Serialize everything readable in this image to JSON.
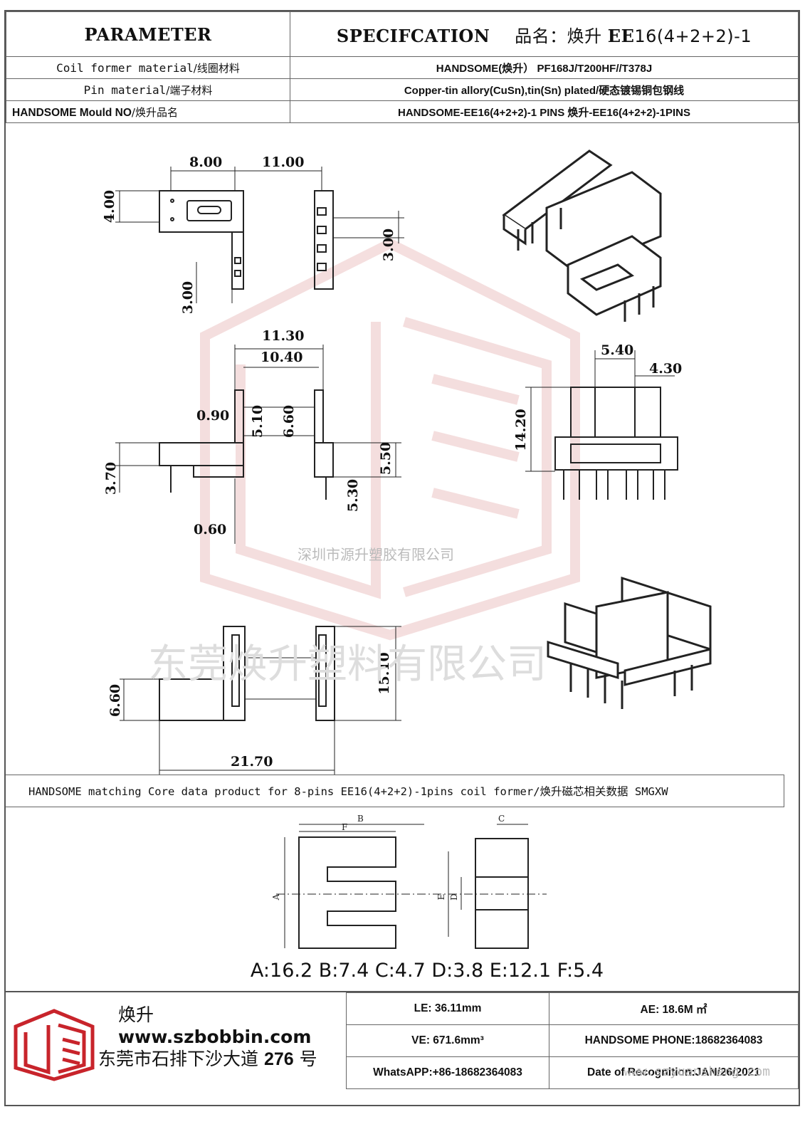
{
  "header": {
    "parameter_label": "PARAMETER",
    "spec_label": "SPECIFCATION",
    "product_name_cn": "品名：焕升",
    "product_name_model": "EE",
    "product_name_suffix": "16(4+2+2)-1",
    "rows": [
      {
        "label_a": "Coil former material",
        "label_b": "/线圈材料",
        "value": "HANDSOME(焕升）  PF168J/T200HF//T378J"
      },
      {
        "label_a": "Pin material",
        "label_b": "/端子材料",
        "value": "Copper-tin allory(CuSn),tin(Sn) plated/硬态镀锡铜包钢线"
      },
      {
        "label_a": "HANDSOME Mould NO",
        "label_b": "/焕升品名",
        "value": "HANDSOME-EE16(4+2+2)-1 PINS    焕升-EE16(4+2+2)-1PINS"
      }
    ]
  },
  "dimensions": {
    "top_view": [
      "8.00",
      "11.00",
      "4.00",
      "3.00",
      "3.00"
    ],
    "front_view": [
      "11.30",
      "10.40",
      "0.90",
      "5.10",
      "6.60",
      "5.50",
      "3.70",
      "5.30",
      "0.60"
    ],
    "side_view": [
      "5.40",
      "4.30",
      "14.20"
    ],
    "bottom_view": [
      "6.60",
      "15.10",
      "21.70"
    ]
  },
  "watermarks": {
    "company_small": "深圳市源升塑胶有限公司",
    "company_large": "东莞焕升塑料有限公司",
    "url": "www.szyuansheng.com"
  },
  "core": {
    "band_text": "HANDSOME matching Core data  product for 8-pins EE16(4+2+2)-1pins coil former/焕升磁芯相关数据 SMGXW",
    "labels": [
      "A",
      "B",
      "C",
      "D",
      "E",
      "F"
    ],
    "dims_text": "A:16.2 B:7.4 C:4.7 D:3.8 E:12.1 F:5.4"
  },
  "footer": {
    "brand_cn": "焕升",
    "website": "www.szbobbin.com",
    "address_cn": "东莞市石排下沙大道",
    "address_no": "276",
    "address_unit": "号",
    "le": "LE: 36.11mm",
    "ae": "AE: 18.6M ㎡",
    "ve": "VE: 671.6mm³",
    "phone": "HANDSOME PHONE:18682364083",
    "whatsapp": "WhatsAPP:+86-18682364083",
    "date": "Date of Recognition:JAN/26/2021"
  },
  "colors": {
    "line": "#222222",
    "border": "#666666",
    "logo_red": "#c8242b",
    "watermark": "#e6b8b8"
  }
}
